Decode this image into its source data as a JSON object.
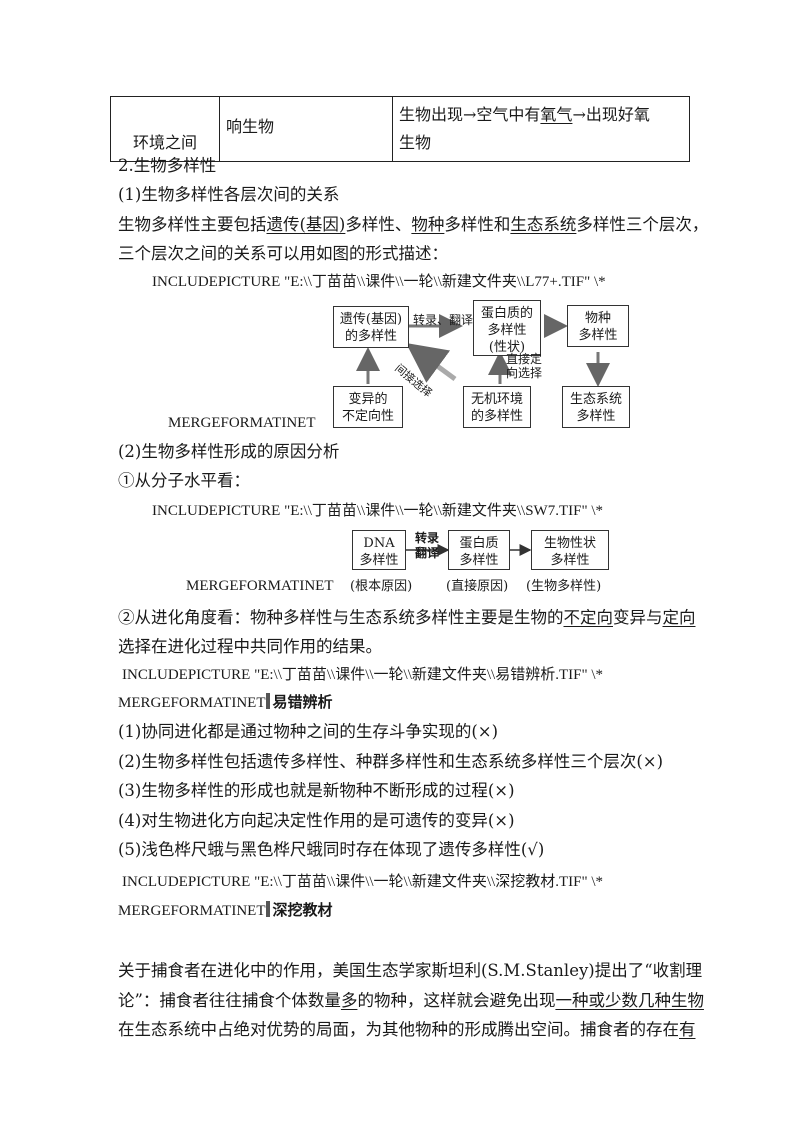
{
  "table": {
    "c1": "环境之间",
    "c2": "响生物",
    "c3_a": "生物出现→空气中有",
    "c3_u": "氧气",
    "c3_b": "→出现好氧",
    "c3_c": "生物"
  },
  "sec2": {
    "heading": "2.生物多样性",
    "sub1": "(1)生物多样性各层次间的关系",
    "p1_a": "生物多样性主要包括",
    "p1_u1": "遗传(基因)",
    "p1_b": "多样性、",
    "p1_u2": "物种",
    "p1_c": "多样性和",
    "p1_u3": "生态系统",
    "p1_d": "多样性三个层次，",
    "p2": "三个层次之间的关系可以用如图的形式描述：",
    "inc1": "INCLUDEPICTURE  \"E:\\\\丁苗苗\\\\课件\\\\一轮\\\\新建文件夹\\\\L77+.TIF\"  \\*",
    "merge1": "MERGEFORMATINET",
    "diagram1": {
      "box_genetic": "遗传(基因)\n的多样性",
      "box_protein": "蛋白质的\n多样性\n(性状)",
      "box_species": "物种\n多样性",
      "box_variation": "变异的\n不定向性",
      "box_env": "无机环境\n的多样性",
      "box_eco": "生态系统\n多样性",
      "arrow_trans": "转录、翻译",
      "arrow_indirect": "间接选择",
      "arrow_direct": "直接定\n向选择"
    },
    "sub2": "(2)生物多样性形成的原因分析",
    "molecular": "①从分子水平看：",
    "inc2": "INCLUDEPICTURE  \"E:\\\\丁苗苗\\\\课件\\\\一轮\\\\新建文件夹\\\\SW7.TIF\"  \\*",
    "merge2": "MERGEFORMATINET",
    "diagram2": {
      "box_dna": "DNA\n多样性",
      "box_protein": "蛋白质\n多样性",
      "box_trait": "生物性状\n多样性",
      "arrow_label": "转录\n翻译",
      "cap1": "(根本原因)",
      "cap2": "(直接原因)",
      "cap3": "(生物多样性)"
    },
    "evo_a": "②从进化角度看：物种多样性与生态系统多样性主要是生物的",
    "evo_u1": "不定向",
    "evo_b": "变异与",
    "evo_u2": "定向",
    "evo_c": "选择在进化过程中共同作用的结果。"
  },
  "errors": {
    "inc": "INCLUDEPICTURE  \"E:\\\\丁苗苗\\\\课件\\\\一轮\\\\新建文件夹\\\\易错辨析.TIF\"  \\*",
    "merge": "MERGEFORMATINET",
    "tag": "易错辨析",
    "items": [
      "(1)协同进化都是通过物种之间的生存斗争实现的(×)",
      "(2)生物多样性包括遗传多样性、种群多样性和生态系统多样性三个层次(×)",
      "(3)生物多样性的形成也就是新物种不断形成的过程(×)",
      "(4)对生物进化方向起决定性作用的是可遗传的变异(×)",
      "(5)浅色桦尺蛾与黑色桦尺蛾同时存在体现了遗传多样性(√)"
    ]
  },
  "deep": {
    "inc": "INCLUDEPICTURE  \"E:\\\\丁苗苗\\\\课件\\\\一轮\\\\新建文件夹\\\\深挖教材.TIF\"  \\*",
    "merge": "MERGEFORMATINET",
    "tag": "深挖教材",
    "p1": "关于捕食者在进化中的作用，美国生态学家斯坦利(S.M.Stanley)提出了“收割理",
    "p2_a": "论”：捕食者往往捕食个体数量",
    "p2_u1": "多",
    "p2_b": "的物种，这样就会避免出现",
    "p2_u2": "一种或少数几种生物",
    "p3_a": "在生态系统中占绝对优势的局面，为其他物种的形成腾出空间。捕食者的存在",
    "p3_u": "有"
  }
}
